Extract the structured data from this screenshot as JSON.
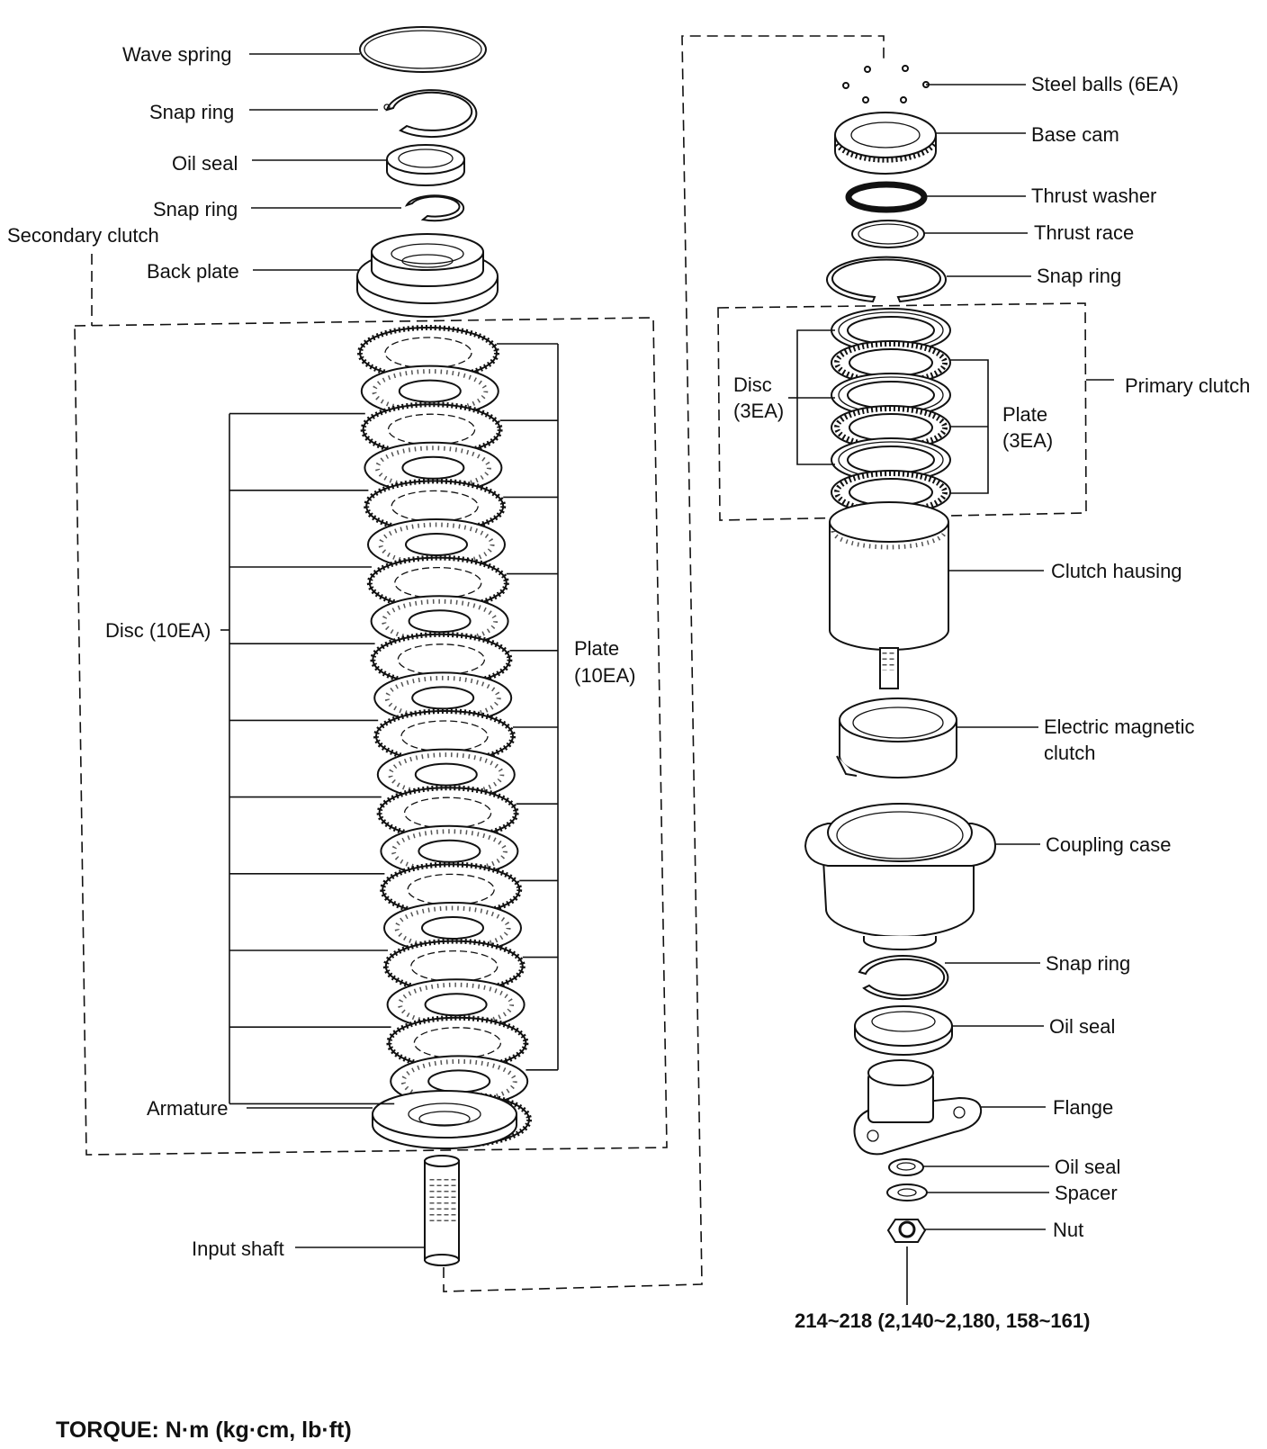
{
  "labels": {
    "wave_spring": "Wave spring",
    "snap_ring_1": "Snap ring",
    "oil_seal_1": "Oil seal",
    "snap_ring_2": "Snap ring",
    "secondary_clutch": "Secondary clutch",
    "back_plate": "Back plate",
    "disc_10": "Disc (10EA)",
    "plate_10_line1": "Plate",
    "plate_10_line2": "(10EA)",
    "armature": "Armature",
    "input_shaft": "Input shaft",
    "steel_balls": "Steel balls (6EA)",
    "base_cam": "Base cam",
    "thrust_washer": "Thrust washer",
    "thrust_race": "Thrust race",
    "snap_ring_3": "Snap ring",
    "primary_clutch": "Primary clutch",
    "disc_3_line1": "Disc",
    "disc_3_line2": "(3EA)",
    "plate_3_line1": "Plate",
    "plate_3_line2": "(3EA)",
    "clutch_housing": "Clutch hausing",
    "electric_magnetic_clutch_line1": "Electric magnetic",
    "electric_magnetic_clutch_line2": "clutch",
    "coupling_case": "Coupling case",
    "snap_ring_4": "Snap ring",
    "oil_seal_2": "Oil seal",
    "flange": "Flange",
    "oil_seal_3": "Oil seal",
    "spacer": "Spacer",
    "nut": "Nut"
  },
  "torque_spec": "214~218 (2,140~2,180, 158~161)",
  "torque_units": "TORQUE: N·m (kg·cm, lb·ft)"
}
